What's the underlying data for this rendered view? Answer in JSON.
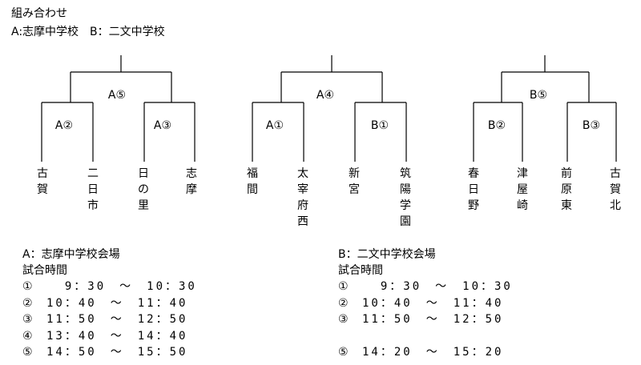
{
  "title": "組み合わせ",
  "legend": "A:志摩中学校　B：二文中学校",
  "brackets": [
    {
      "final_label": "A⑤",
      "semi_left": "A②",
      "semi_right": "A③",
      "teams": [
        "古\n賀",
        "二\n日\n市",
        "日\nの\n里",
        "志\n摩"
      ]
    },
    {
      "final_label": "A④",
      "semi_left": "A①",
      "semi_right": "B①",
      "teams": [
        "福\n間",
        "太\n宰\n府\n西",
        "新\n宮",
        "筑\n陽\n学\n園"
      ]
    },
    {
      "final_label": "B⑤",
      "semi_left": "B②",
      "semi_right": "B③",
      "teams": [
        "春\n日\n野",
        "津\n屋\n崎",
        "前\n原\n東",
        "古\n賀\n北"
      ]
    }
  ],
  "venues": [
    {
      "title": "A：志摩中学校会場",
      "subtitle": "試合時間",
      "rows": [
        {
          "num": "①",
          "time": "  9：30　～　10：30"
        },
        {
          "num": "②",
          "time": "10：40　～　11：40"
        },
        {
          "num": "③",
          "time": "11：50　～　12：50"
        },
        {
          "num": "④",
          "time": "13：40　～　14：40"
        },
        {
          "num": "⑤",
          "time": "14：50　～　15：50"
        }
      ]
    },
    {
      "title": "B：二文中学校会場",
      "subtitle": "試合時間",
      "rows": [
        {
          "num": "①",
          "time": "  9：30　～　10：30"
        },
        {
          "num": "②",
          "time": "10：40　～　11：40"
        },
        {
          "num": "③",
          "time": "11：50　～　12：50"
        },
        {
          "num": "",
          "time": ""
        },
        {
          "num": "⑤",
          "time": "14：20　～　15：20"
        }
      ]
    }
  ]
}
